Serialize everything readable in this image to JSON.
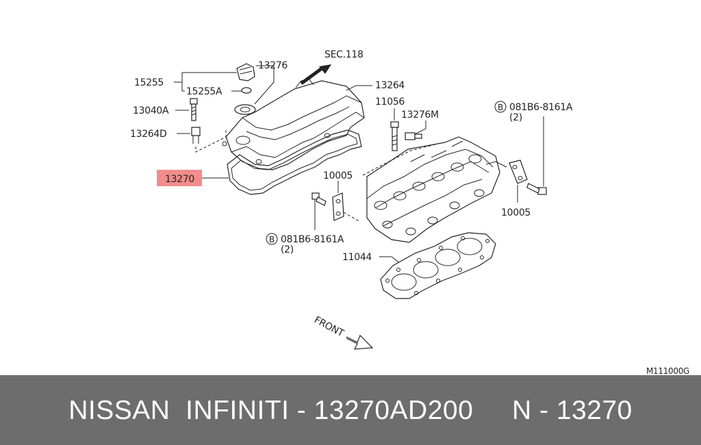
{
  "diagram": {
    "sec_ref": "SEC.118",
    "figure_code": "M111000G",
    "front_label": "FRONT",
    "highlight_color": "#f28c8c",
    "labels": {
      "p15255": "15255",
      "p15255A": "15255A",
      "p13276": "13276",
      "p13040A": "13040A",
      "p13264D": "13264D",
      "p13264": "13264",
      "p11056": "11056",
      "p13276M": "13276M",
      "bolt_code_top": "081B6-8161A",
      "bolt_qty_top": "(2)",
      "p13270": "13270",
      "p10005_left": "10005",
      "p10005_right": "10005",
      "bolt_code_bottom": "081B6-8161A",
      "bolt_qty_bottom": "(2)",
      "p11044": "11044",
      "circle_b": "B"
    }
  },
  "footer": {
    "text": "NISSAN  INFINITI - 13270AD200     N - 13270",
    "background": "#6d6d6d"
  }
}
